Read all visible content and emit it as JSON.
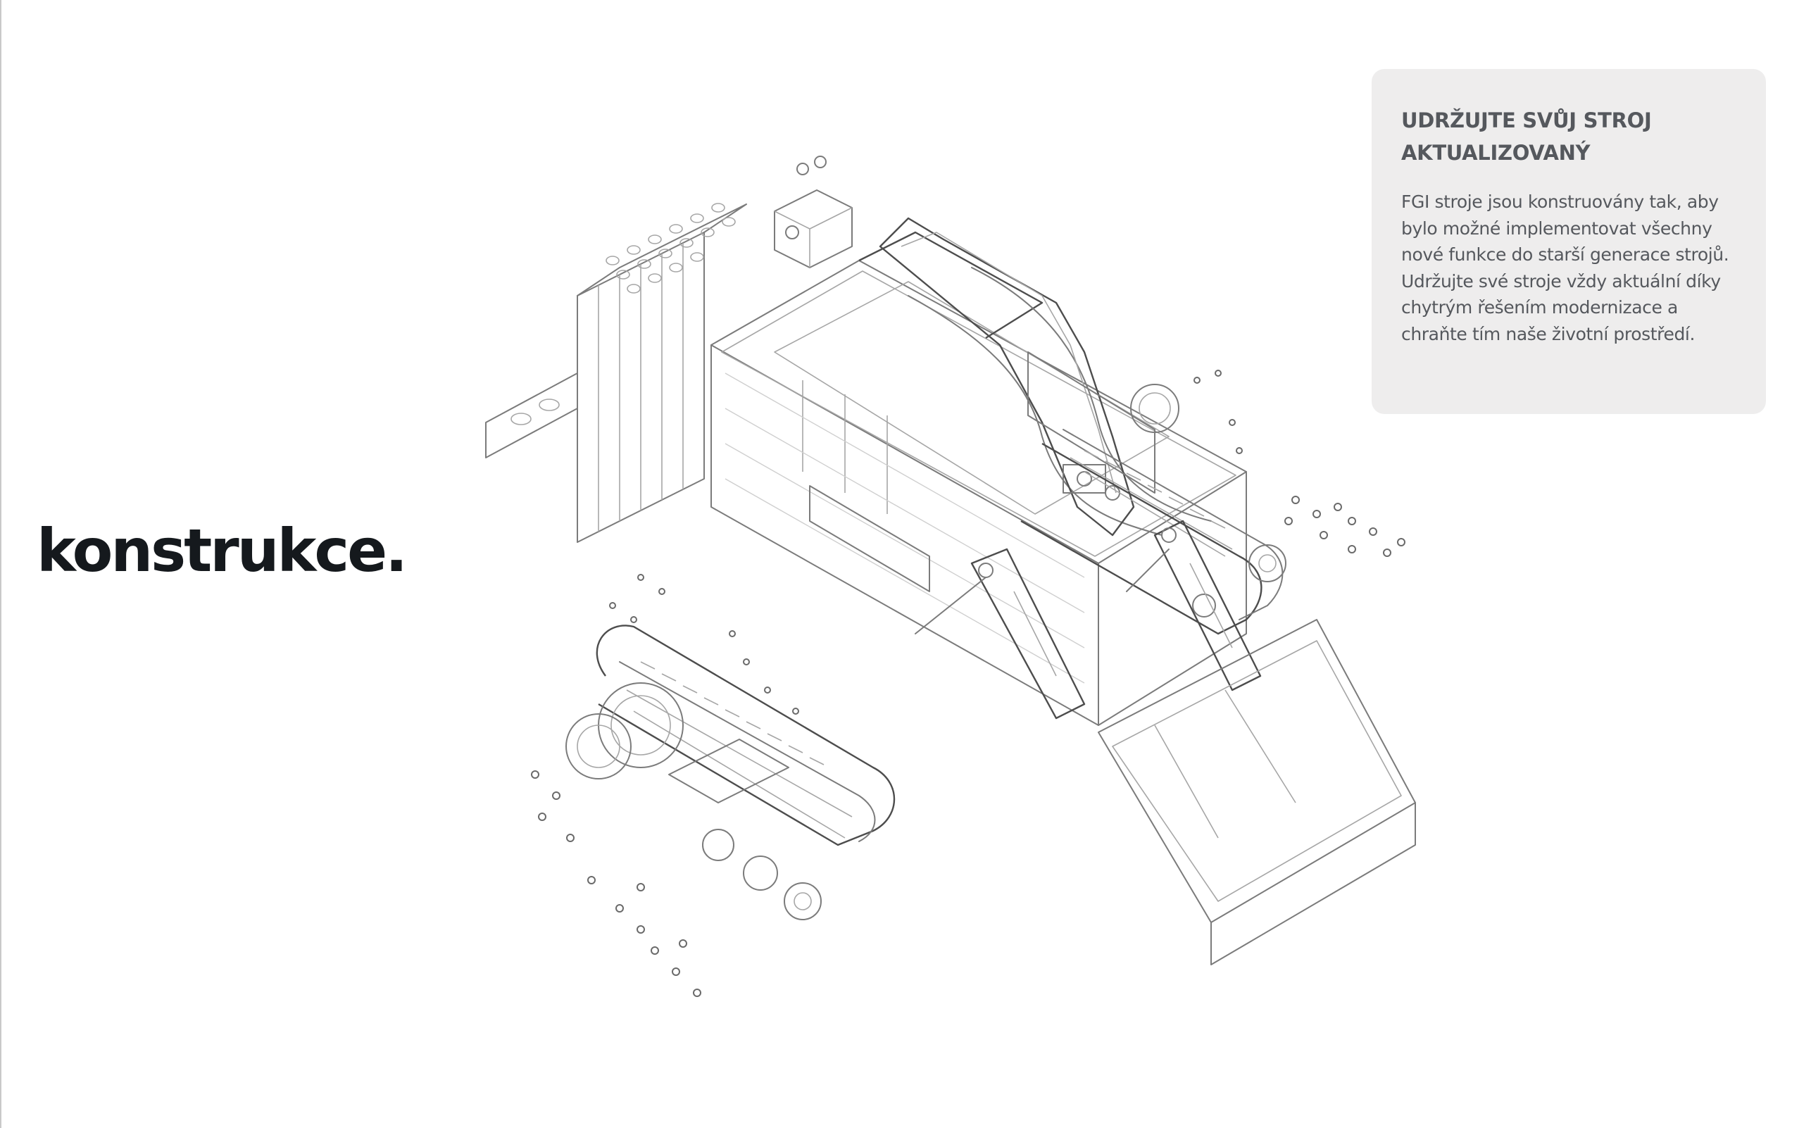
{
  "page": {
    "title": "konstrukce."
  },
  "info_card": {
    "heading": "UDRŽUJTE SVŮJ STROJ AKTUALIZOVANÝ",
    "body": "FGI stroje jsou konstruovány tak, aby bylo možné implementovat všechny nové funkce do starší generace strojů. Udržujte své stroje vždy aktuální díky chytrým řešením modernizace a chraňte tím naše životní prostředí."
  },
  "illustration": {
    "label": "exploded-view-tracked-mini-loader",
    "stroke_color": "#7b7b7b",
    "background": "#ffffff"
  },
  "colors": {
    "title_text": "#15191d",
    "card_background": "#eeeded",
    "card_text": "#55585d"
  }
}
